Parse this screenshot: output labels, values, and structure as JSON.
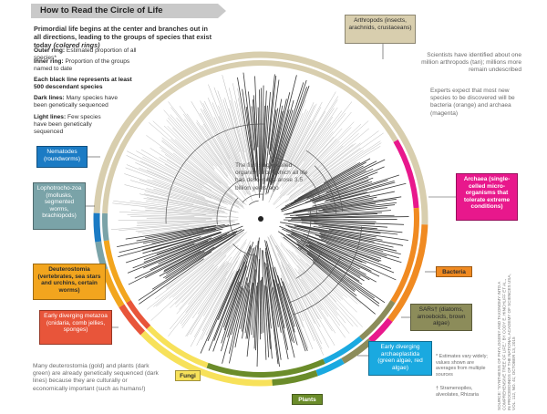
{
  "header": {
    "title": "How to Read the Circle of Life"
  },
  "intro": {
    "text": "Primordial life begins at the center and branches out in all directions, leading to the groups of species that exist today",
    "italic": "(colored rings)"
  },
  "legend": {
    "outer_ring_label": "Outer ring:",
    "outer_ring_text": "Estimated proportion of all species*",
    "inner_ring_label": "Inner ring:",
    "inner_ring_text": "Proportion of the groups named to date",
    "black_line_text": "Each black line represents at least 500 descendant species",
    "dark_lines_label": "Dark lines:",
    "dark_lines_text": "Many species have been genetically sequenced",
    "light_lines_label": "Light lines:",
    "light_lines_text": "Few species have been genetically sequenced"
  },
  "center_note": "The first single-celled organism from which all life has descended arose 3.5 billion years ago",
  "notes": {
    "arthropods": "Scientists have identified about one million arthropods (tan); millions more remain undescribed",
    "experts": "Experts expect that most new species to be discovered will be bacteria (orange) and archaea (magenta)",
    "deuterostomia_note": "Many deuterostomia (gold) and plants (dark green) are already genetically sequenced (dark lines) because they are culturally or economically important (such as humans!)",
    "estimates": "* Estimates vary widely; values shown are averages from multiple sources",
    "stramenopiles": "† Stramenopiles, alveolates, Rhizaria",
    "source": "SOURCE: \"SYNTHESIS OF PHYLOGENY AND TAXONOMY INTO A COMPREHENSIVE TREE OF LIFE,\" BY CODY E. HINCHLIFF ET AL., IN PROCEEDINGS OF THE NATIONAL ACADEMY OF SCIENCES USA, VOL. 112, NO. 41; OCTOBER 13, 2015"
  },
  "groups": {
    "arthropods": {
      "label": "Arthropods (insects, arachnids, crustaceans)",
      "color": "#d8ceae"
    },
    "archaea": {
      "label": "Archaea (single-celled micro-organisms that tolerate extreme conditions)",
      "color": "#e8188c"
    },
    "bacteria": {
      "label": "Bacteria",
      "color": "#f08a21"
    },
    "sars": {
      "label": "SARs† (diatoms, amoeboids, brown algae)",
      "color": "#8c8c5a"
    },
    "early_archaeplastida": {
      "label": "Early diverging archaeplastida (green algae, red algae)",
      "color": "#1aa9e0"
    },
    "plants": {
      "label": "Plants",
      "color": "#6b8c2a"
    },
    "fungi": {
      "label": "Fungi",
      "color": "#f7e15a"
    },
    "early_metazoa": {
      "label": "Early diverging metazoa (cnidaria, comb jellies, sponges)",
      "color": "#e8553a"
    },
    "deuterostomia": {
      "label": "Deuterostomia (vertebrates, sea stars and urchins, certain worms)",
      "color": "#f2a51e"
    },
    "lophotrochozoa": {
      "label": "Lophotrocho-zoa (mollusks, segmented worms, brachiopods)",
      "color": "#7aa3a8"
    },
    "nematodes": {
      "label": "Nematodes (roundworms)",
      "color": "#1b7bc4"
    }
  }
}
